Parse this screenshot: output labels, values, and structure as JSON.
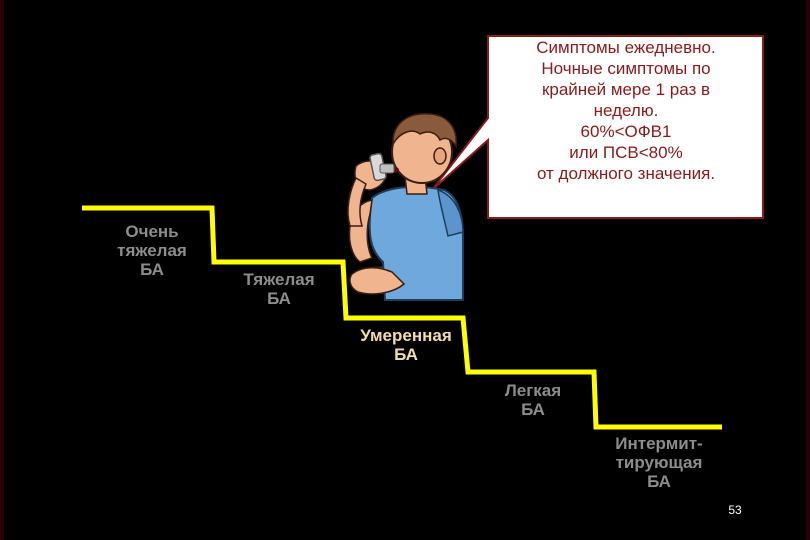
{
  "callout": {
    "lines": [
      "Симптомы ежедневно.",
      "Ночные симптомы по",
      "крайней мере 1 раз в",
      "неделю.",
      "60%<ОФВ1",
      "или ПСВ<80%",
      "от должного значения."
    ]
  },
  "steps": [
    {
      "lines": [
        "Очень",
        "тяжелая",
        "БА"
      ],
      "active": false
    },
    {
      "lines": [
        "Тяжелая",
        "БА"
      ],
      "active": false
    },
    {
      "lines": [
        "Умеренная",
        "БА"
      ],
      "active": true
    },
    {
      "lines": [
        "Легкая",
        "БА"
      ],
      "active": false
    },
    {
      "lines": [
        "Интермит-",
        "тирующая",
        "БА"
      ],
      "active": false
    }
  ],
  "page_number": "53",
  "colors": {
    "background": "#000000",
    "staircase": "#ffff00",
    "bubble_fill": "#ffffff",
    "bubble_border": "#8b1a1a",
    "bubble_text": "#8b1a1a",
    "label_gray": "#8c8c8c",
    "label_active": "#f3dca6"
  },
  "icons": {
    "figure": "person-using-inhaler-icon"
  }
}
